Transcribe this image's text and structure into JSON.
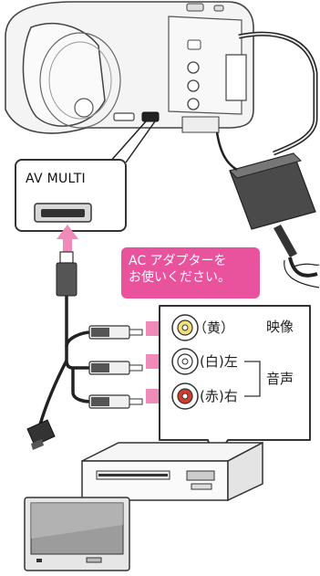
{
  "panel_label": "AV MULTI",
  "callout": {
    "line1": "AC アダプターを",
    "line2": "お使いください。"
  },
  "jacks": {
    "yellow": "（黄）",
    "white": "(白)左",
    "red": "(赤)右"
  },
  "signals": {
    "video": "映像",
    "audio": "音声"
  },
  "colors": {
    "callout_bg": "#e9529c",
    "arrow_pink": "#f08ab8",
    "jack_yellow": "#f3e07a",
    "jack_red": "#d63a2f"
  }
}
